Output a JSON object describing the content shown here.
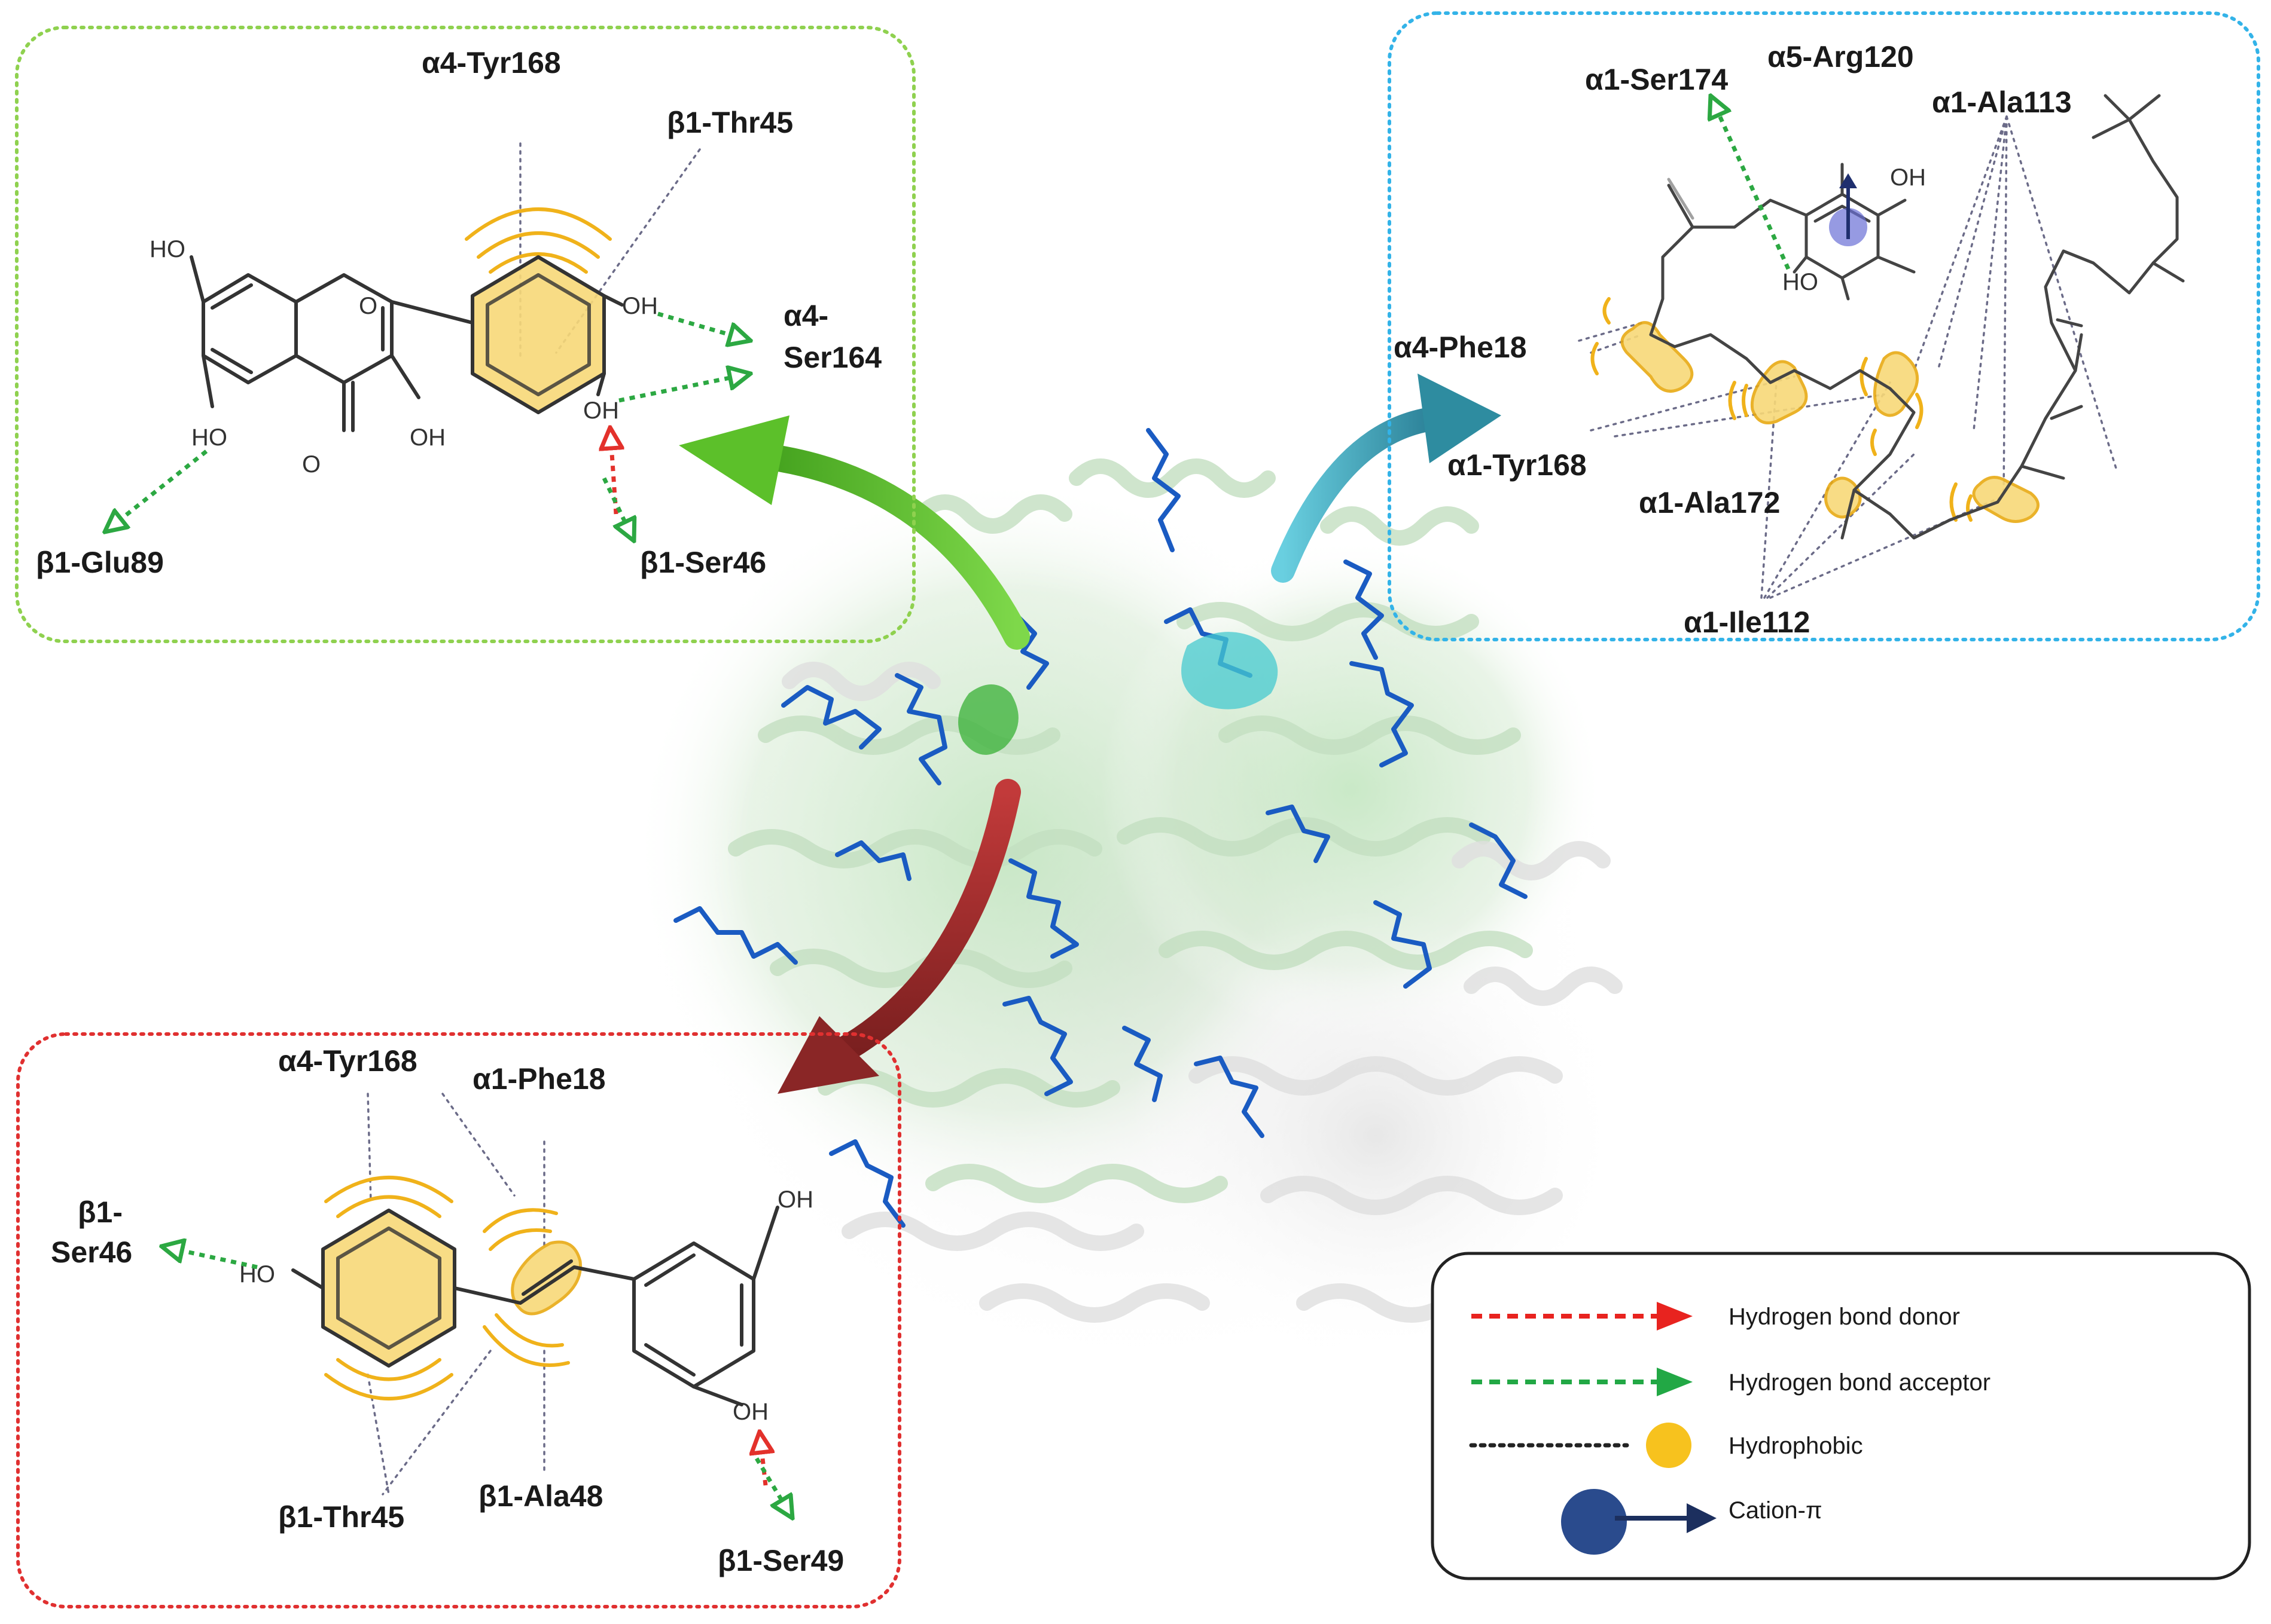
{
  "panel_green": {
    "labels": {
      "a4_tyr168": "α4-Tyr168",
      "b1_thr45": "β1-Thr45",
      "a4_ser164_a": "α4-",
      "a4_ser164_b": "Ser164",
      "b1_glu89": "β1-Glu89",
      "b1_ser46": "β1-Ser46"
    },
    "atoms": {
      "ho1": "HO",
      "o_ring": "O",
      "oh1": "OH",
      "oh2": "OH",
      "ho2": "HO",
      "o_keto": "O",
      "oh3": "OH"
    },
    "border_color": "#8fd14f"
  },
  "panel_blue": {
    "labels": {
      "a1_ser174": "α1-Ser174",
      "a5_arg120": "α5-Arg120",
      "a1_ala113": "α1-Ala113",
      "a4_phe18": "α4-Phe18",
      "a1_tyr168": "α1-Tyr168",
      "a1_ala172": "α1-Ala172",
      "a1_ile112": "α1-Ile112"
    },
    "atoms": {
      "oh": "OH",
      "ho": "HO"
    },
    "border_color": "#33b3e8"
  },
  "panel_red": {
    "labels": {
      "a4_tyr168": "α4-Tyr168",
      "a1_phe18": "α1-Phe18",
      "b1_ser46_a": "β1-",
      "b1_ser46_b": "Ser46",
      "b1_thr45": "β1-Thr45",
      "b1_ala48": "β1-Ala48",
      "b1_ser49": "β1-Ser49"
    },
    "atoms": {
      "ho": "HO",
      "oh1": "OH",
      "oh2": "OH"
    },
    "border_color": "#e03030"
  },
  "legend": {
    "items": [
      {
        "label": "Hydrogen bond donor",
        "color": "#e8231f"
      },
      {
        "label": "Hydrogen bond acceptor",
        "color": "#22a845"
      },
      {
        "label": "Hydrophobic",
        "color": "#f7c21e"
      },
      {
        "label": "Cation-π",
        "color": "#2a4b8d"
      }
    ]
  },
  "colors": {
    "arrow_green": "#5cc02a",
    "arrow_teal": "#2e8ca0",
    "arrow_red": "#9a2a2a",
    "ligand_blue": "#1a5bc2"
  }
}
